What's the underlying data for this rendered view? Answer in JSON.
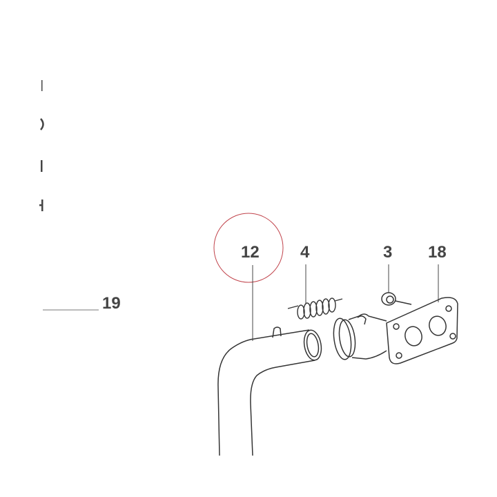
{
  "callouts": {
    "part_12": "12",
    "part_4": "4",
    "part_3": "3",
    "part_18": "18",
    "part_19": "19"
  },
  "highlight": {
    "part": "12",
    "color": "#c0424a"
  },
  "colors": {
    "line": "#444444",
    "label": "#444444",
    "background": "#ffffff"
  }
}
